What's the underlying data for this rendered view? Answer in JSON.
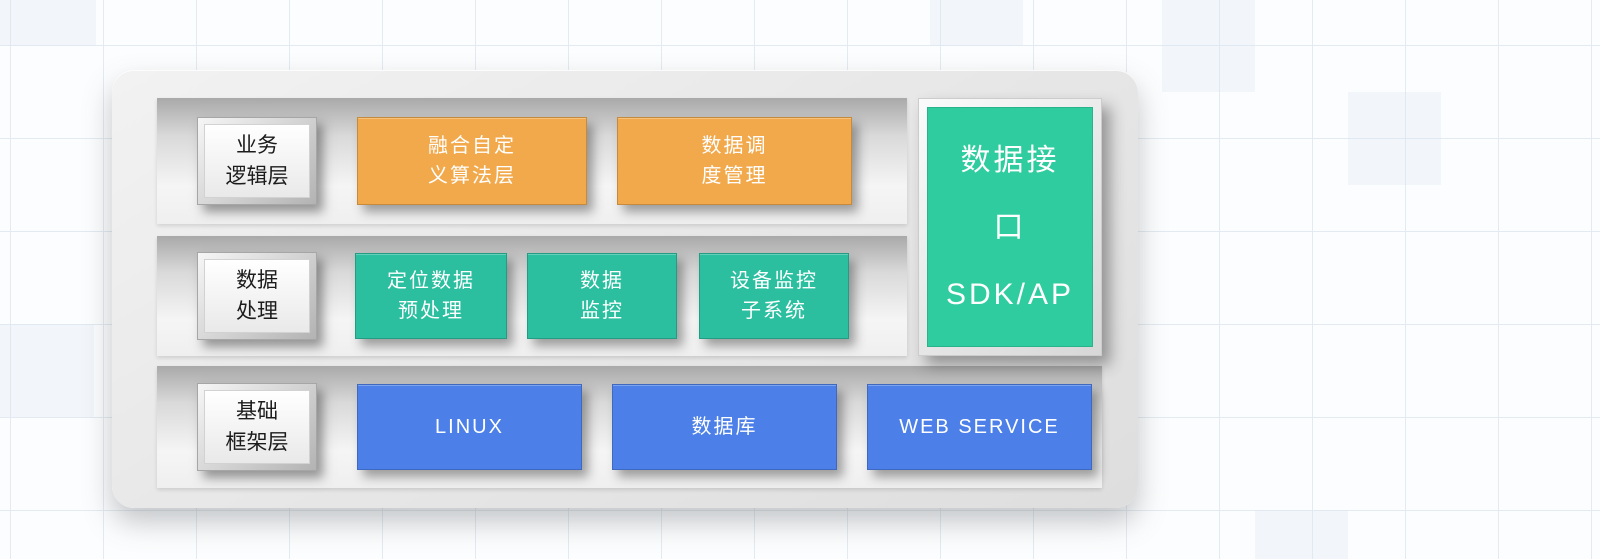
{
  "panel": {
    "rows": [
      {
        "label": "业务\n逻辑层",
        "nodes": [
          "融合自定\n义算法层",
          "数据调\n度管理"
        ]
      },
      {
        "label": "数据\n处理",
        "nodes": [
          "定位数据\n预处理",
          "数据\n监控",
          "设备监控\n子系统"
        ]
      },
      {
        "label": "基础\n框架层",
        "nodes": [
          "LINUX",
          "数据库",
          "WEB SERVICE"
        ]
      }
    ],
    "side_node": "数据接\n口\nSDK/AP"
  },
  "colors": {
    "orange": "#F2A94B",
    "teal": "#2BBFA0",
    "green": "#2ECC9E",
    "blue": "#4C80E8"
  }
}
